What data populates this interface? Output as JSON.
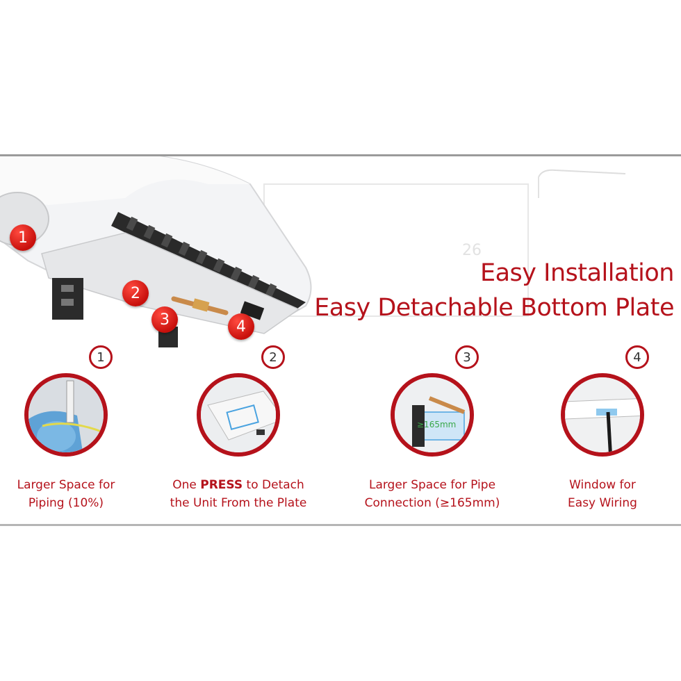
{
  "headline": {
    "line1": "Easy Installation",
    "line2": "Easy Detachable Bottom Plate"
  },
  "hero": {
    "badges": [
      "1",
      "2",
      "3",
      "4"
    ],
    "display_text": "26"
  },
  "features": [
    {
      "number": "1",
      "caption_line1": "Larger Space for",
      "caption_line2": "Piping (10%)"
    },
    {
      "number": "2",
      "caption_pre": "One ",
      "caption_bold": "PRESS",
      "caption_post": " to Detach",
      "caption_line2": "the Unit From the Plate"
    },
    {
      "number": "3",
      "caption_line1": "Larger Space for Pipe",
      "caption_line2": "Connection (≥165mm)",
      "inset_label": "≥165mm"
    },
    {
      "number": "4",
      "caption_line1": "Window for",
      "caption_line2": "Easy Wiring"
    }
  ],
  "colors": {
    "accent": "#b5121b",
    "border": "#9a9a9a",
    "text_dark": "#333333"
  }
}
